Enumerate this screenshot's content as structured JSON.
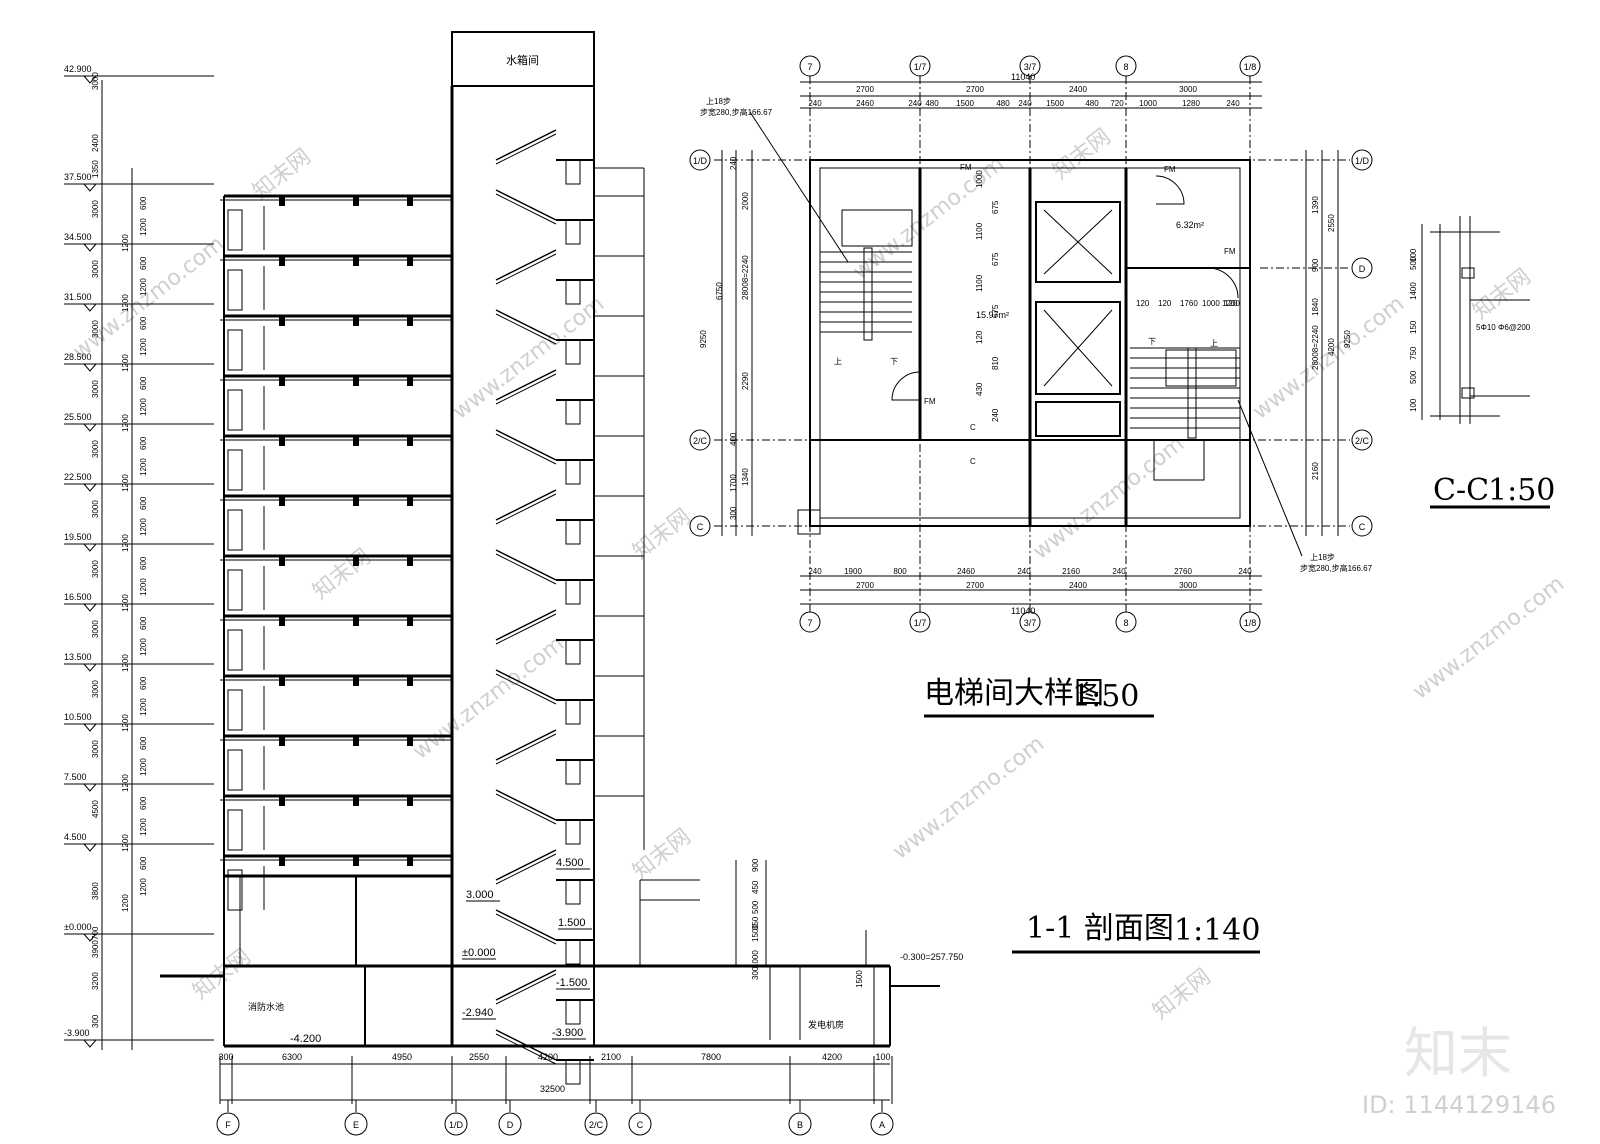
{
  "section": {
    "title": "1-1 剖面图",
    "scale": "1:140",
    "elevations": [
      "42.900",
      "37.500",
      "34.500",
      "31.500",
      "28.500",
      "25.500",
      "22.500",
      "19.500",
      "16.500",
      "13.500",
      "10.500",
      "7.500",
      "4.500",
      "±0.000",
      "-3.900"
    ],
    "left_dims": [
      "3000",
      "2400",
      "1350",
      "3000",
      "3000",
      "3000",
      "3000",
      "3000",
      "3000",
      "3000",
      "3000",
      "3000",
      "3000",
      "4500",
      "3800",
      "700",
      "3900",
      "3200",
      "300"
    ],
    "room_labels": [
      "水箱间",
      "消防水池",
      "发电机房"
    ],
    "stair_levels": [
      "4.500",
      "3.000",
      "1.500",
      "±0.000",
      "-1.500",
      "-2.940",
      "-3.900"
    ],
    "right_dims": [
      "900",
      "450",
      "500",
      "350",
      "1500",
      "1000",
      "300",
      "1500"
    ],
    "right_level": "-0.300=257.750",
    "bottom_dims": [
      "300",
      "6300",
      "4950",
      "2550",
      "4200",
      "2100",
      "7800",
      "4200",
      "100"
    ],
    "total_dim": "32500",
    "axes": [
      "F",
      "E",
      "1/D",
      "D",
      "2/C",
      "C",
      "B",
      "A"
    ]
  },
  "elevator": {
    "title": "电梯间大样图",
    "scale": "1:50",
    "top_axes": [
      "7",
      "1/7",
      "3/7",
      "8",
      "1/8"
    ],
    "top_dims1": [
      "2700",
      "2700",
      "2400",
      "3000"
    ],
    "total": "11040",
    "top_dims2": [
      "240",
      "2460",
      "240",
      "480",
      "1500",
      "480",
      "240",
      "1500",
      "480",
      "720",
      "1000",
      "1280",
      "240"
    ],
    "bottom_dims1": [
      "240",
      "1900",
      "800",
      "2460",
      "240",
      "2160",
      "240",
      "2760",
      "240"
    ],
    "bottom_dims2": [
      "2700",
      "2700",
      "2400",
      "3000"
    ],
    "left_axes": [
      "1/D",
      "2/C",
      "C"
    ],
    "right_axes": [
      "1/D",
      "D",
      "2/C",
      "C"
    ],
    "left_dims": [
      "6750",
      "2000",
      "28008=2240",
      "2290",
      "1700",
      "400",
      "300",
      "9250",
      "240",
      "1340"
    ],
    "right_dims": [
      "1390",
      "2550",
      "900",
      "1840",
      "4200",
      "28008=2240",
      "2160",
      "9250"
    ],
    "notes": [
      "上18步",
      "步宽280,步高166.67"
    ],
    "area1": "6.32m²",
    "area2": "15.97m²",
    "fm": "FM",
    "labels": [
      "上",
      "下",
      "C"
    ]
  },
  "detail": {
    "title": "C-C",
    "scale": "1:50",
    "dims": [
      "100",
      "500",
      "1400",
      "150",
      "750",
      "500",
      "100"
    ],
    "note": "5Φ10 Φ6@200"
  },
  "watermark": {
    "site": "www.znzmo.com",
    "brand_cn": "知末网",
    "logo": "知末",
    "id_text": "ID: 1144129146"
  }
}
